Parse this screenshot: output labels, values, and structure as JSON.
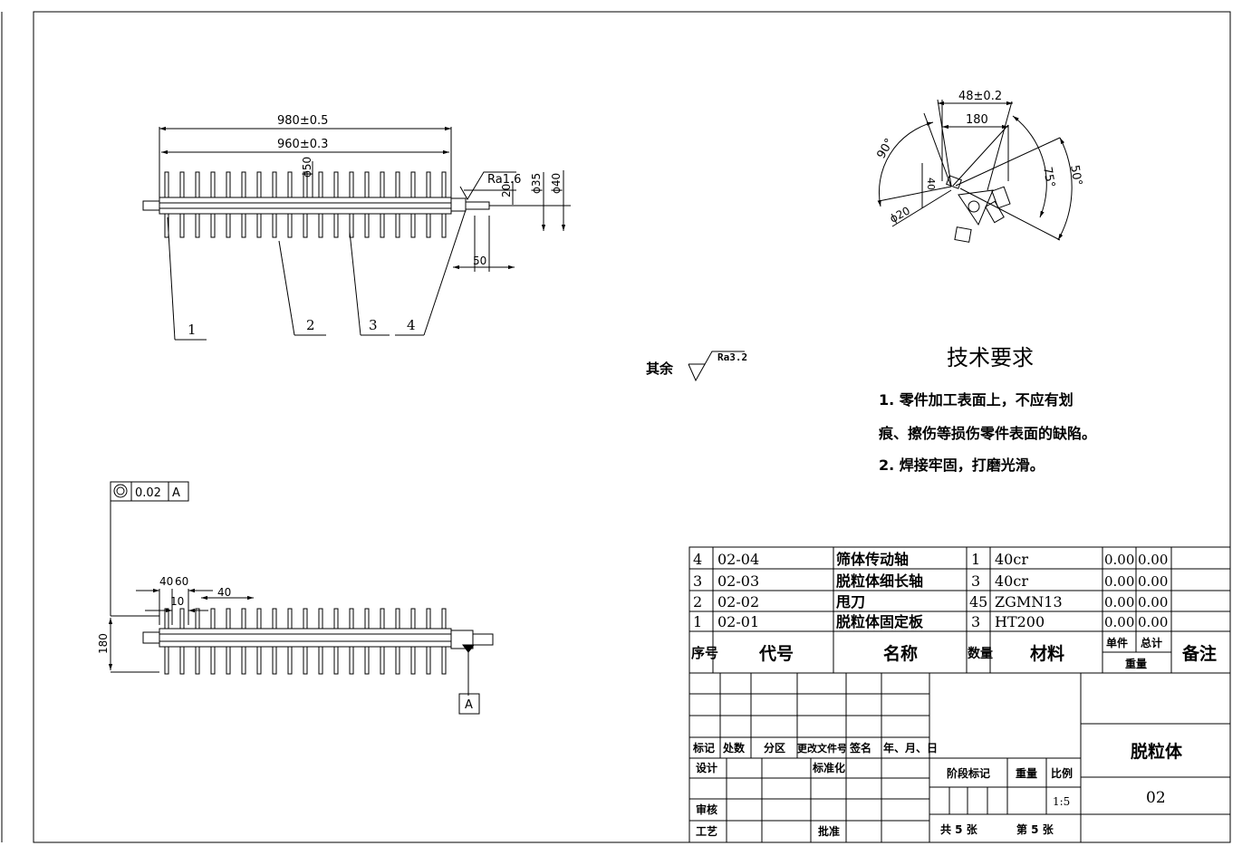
{
  "top_view": {
    "dim_overall": "980±0.5",
    "dim_inner": "960±0.3",
    "dim_dia50": "ϕ50",
    "roughness": "Ra1.6",
    "dim_20": "20",
    "dim_dia35": "ϕ35",
    "dim_dia40": "ϕ40",
    "dim_50": "50",
    "callouts": [
      "1",
      "2",
      "3",
      "4"
    ]
  },
  "end_view": {
    "dim_48": "48±0.2",
    "dim_180": "180",
    "angle_90": "90°",
    "angle_75": "75°",
    "angle_50": "50°",
    "dim_40": "40",
    "dim_dia20": "ϕ20"
  },
  "front_view": {
    "tolerance": {
      "value": "0.02",
      "datum": "A"
    },
    "datum_label": "A",
    "dim_40a": "40",
    "dim_60": "60",
    "dim_10": "10",
    "dim_40b": "40",
    "dim_180": "180"
  },
  "roughness_note": {
    "label": "其余",
    "value": "Ra3.2"
  },
  "tech_req": {
    "title": "技术要求",
    "lines": [
      "1. 零件加工表面上，不应有划",
      "痕、擦伤等损伤零件表面的缺陷。",
      "2. 焊接牢固，打磨光滑。"
    ]
  },
  "parts": {
    "rows": [
      {
        "no": "4",
        "code": "02-04",
        "name": "筛体传动轴",
        "qty": "1",
        "material": "40cr",
        "unit": "0.00",
        "total": "0.00"
      },
      {
        "no": "3",
        "code": "02-03",
        "name": "脱粒体细长轴",
        "qty": "3",
        "material": "40cr",
        "unit": "0.00",
        "total": "0.00"
      },
      {
        "no": "2",
        "code": "02-02",
        "name": "甩刀",
        "qty": "45",
        "material": "ZGMN13",
        "unit": "0.00",
        "total": "0.00"
      },
      {
        "no": "1",
        "code": "02-01",
        "name": "脱粒体固定板",
        "qty": "3",
        "material": "HT200",
        "unit": "0.00",
        "total": "0.00"
      }
    ],
    "header": {
      "no": "序号",
      "code": "代号",
      "name": "名称",
      "qty": "数量",
      "material": "材料",
      "unit": "单件",
      "total": "总计",
      "weight": "重量",
      "remark": "备注"
    }
  },
  "title_block": {
    "rev_headers": [
      "标记",
      "处数",
      "分区",
      "更改文件号",
      "签名",
      "年、月、日"
    ],
    "design": "设计",
    "standard": "标准化",
    "review": "审核",
    "process": "工艺",
    "approve": "批准",
    "stage": "阶段标记",
    "weight": "重量",
    "scale_label": "比例",
    "scale": "1:5",
    "sheets": "共 5 张",
    "sheet_no": "第 5 张",
    "drawing_name": "脱粒体",
    "drawing_no": "02"
  }
}
